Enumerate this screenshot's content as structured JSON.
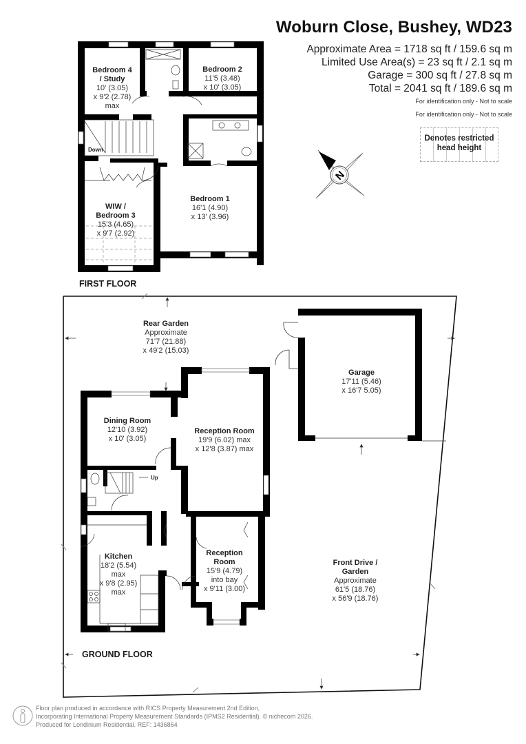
{
  "header": {
    "title": "Woburn Close, Bushey, WD23",
    "areas": [
      "Approximate Area = 1718 sq ft / 159.6 sq m",
      "Limited Use Area(s) = 23 sq ft / 2.1 sq m",
      "Garage = 300 sq ft / 27.8 sq m",
      "Total = 2041 sq ft / 189.6 sq m"
    ],
    "notes": [
      "For identification only - Not to scale",
      "For identification only - Not to scale"
    ]
  },
  "legend": {
    "restricted_head_height": "Denotes restricted head height"
  },
  "compass": {
    "icon": "north-compass-icon",
    "letter": "N"
  },
  "first_floor": {
    "label": "FIRST FLOOR",
    "stairs_label": "Down",
    "rooms": [
      {
        "name": "Bedroom 4 / Study",
        "lines": [
          "10' (3.05)",
          "x 9'2 (2.78)",
          "max"
        ]
      },
      {
        "name": "Bedroom 2",
        "lines": [
          "11'5 (3.48)",
          "x 10' (3.05)"
        ]
      },
      {
        "name": "WIW / Bedroom 3",
        "lines": [
          "15'3 (4.65)",
          "x 9'7 (2.92)"
        ]
      },
      {
        "name": "Bedroom 1",
        "lines": [
          "16'1 (4.90)",
          "x 13' (3.96)"
        ]
      }
    ]
  },
  "ground_floor": {
    "label": "GROUND FLOOR",
    "stairs_label": "Up",
    "rooms": [
      {
        "name": "Rear Garden",
        "lines": [
          "Approximate",
          "71'7 (21.88)",
          "x 49'2 (15.03)"
        ]
      },
      {
        "name": "Garage",
        "lines": [
          "17'11 (5.46)",
          "x 16'7 5.05)"
        ]
      },
      {
        "name": "Dining Room",
        "lines": [
          "12'10 (3.92)",
          "x 10' (3.05)"
        ]
      },
      {
        "name": "Reception Room",
        "lines": [
          "19'9 (6.02) max",
          "x 12'8 (3.87) max"
        ]
      },
      {
        "name": "Kitchen",
        "lines": [
          "18'2 (5.54)",
          "max",
          "x 9'8 (2.95)",
          "max"
        ]
      },
      {
        "name": "Reception Room",
        "lines": [
          "15'9 (4.79)",
          "into bay",
          "x 9'11 (3.00)"
        ]
      },
      {
        "name": "Front Drive / Garden",
        "lines": [
          "Approximate",
          "61'5 (18.76)",
          "x 56'9 (18.76)"
        ]
      }
    ]
  },
  "footer": {
    "lines": [
      "Floor plan produced in accordance with RICS Property Measurement 2nd Edition,",
      "Incorporating International Property Measurement Standards (IPMS2 Residential).   © nichecom 2026.",
      "Produced for Londinium Residential.   REF: 1436864"
    ]
  },
  "colors": {
    "wall": "#000000",
    "text": "#222222",
    "muted": "#777777",
    "background": "#ffffff"
  }
}
